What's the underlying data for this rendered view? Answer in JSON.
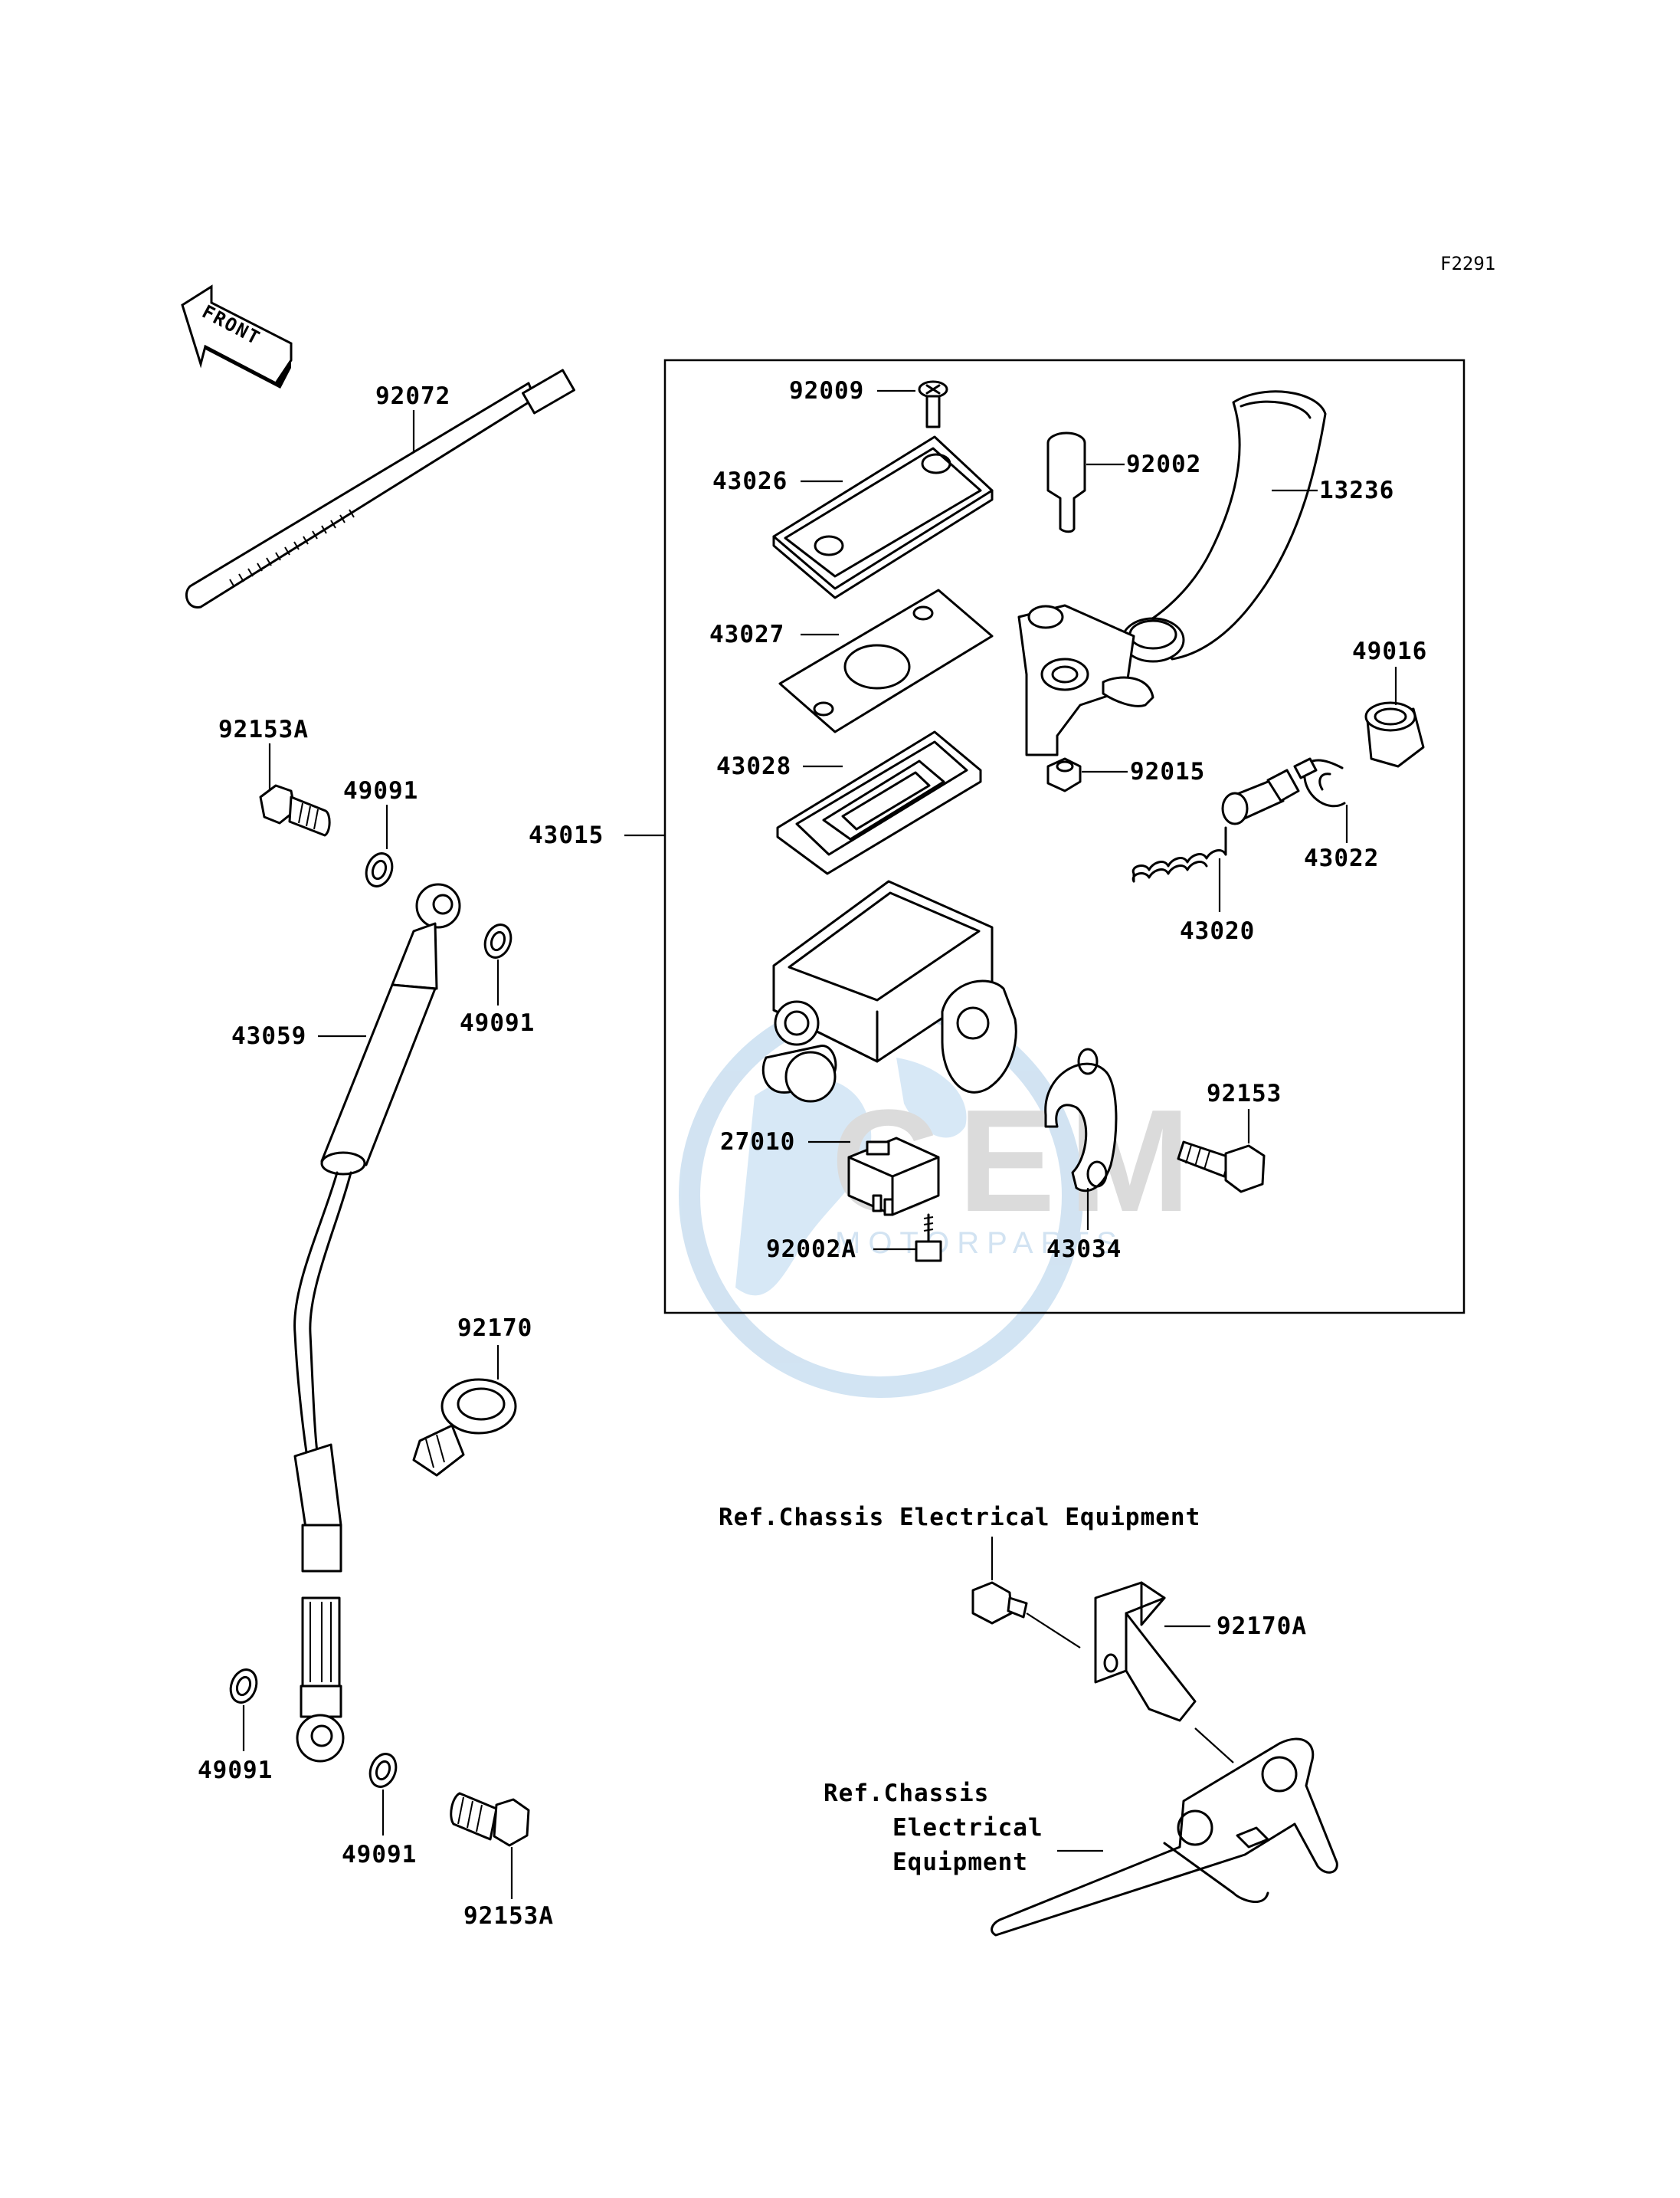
{
  "diagram_code": "F2291",
  "front_label": "FRONT",
  "watermark": {
    "brand": "GEM",
    "subtitle": "MOTORPARTS"
  },
  "parts": {
    "p92072": "92072",
    "p92153A_top": "92153A",
    "p49091_a": "49091",
    "p49091_b": "49091",
    "p43059": "43059",
    "p92170": "92170",
    "p49091_c": "49091",
    "p49091_d": "49091",
    "p92153A_bottom": "92153A",
    "p43015": "43015",
    "p92009": "92009",
    "p43026": "43026",
    "p43027": "43027",
    "p43028": "43028",
    "p92002": "92002",
    "p13236": "13236",
    "p49016": "49016",
    "p92015": "92015",
    "p43022": "43022",
    "p43020": "43020",
    "p92153": "92153",
    "p27010": "27010",
    "p43034": "43034",
    "p92002A": "92002A",
    "p92170A": "92170A"
  },
  "references": {
    "ref_top": "Ref.Chassis Electrical Equipment",
    "ref_side_line1": "Ref.Chassis",
    "ref_side_line2": "Electrical",
    "ref_side_line3": "Equipment"
  }
}
